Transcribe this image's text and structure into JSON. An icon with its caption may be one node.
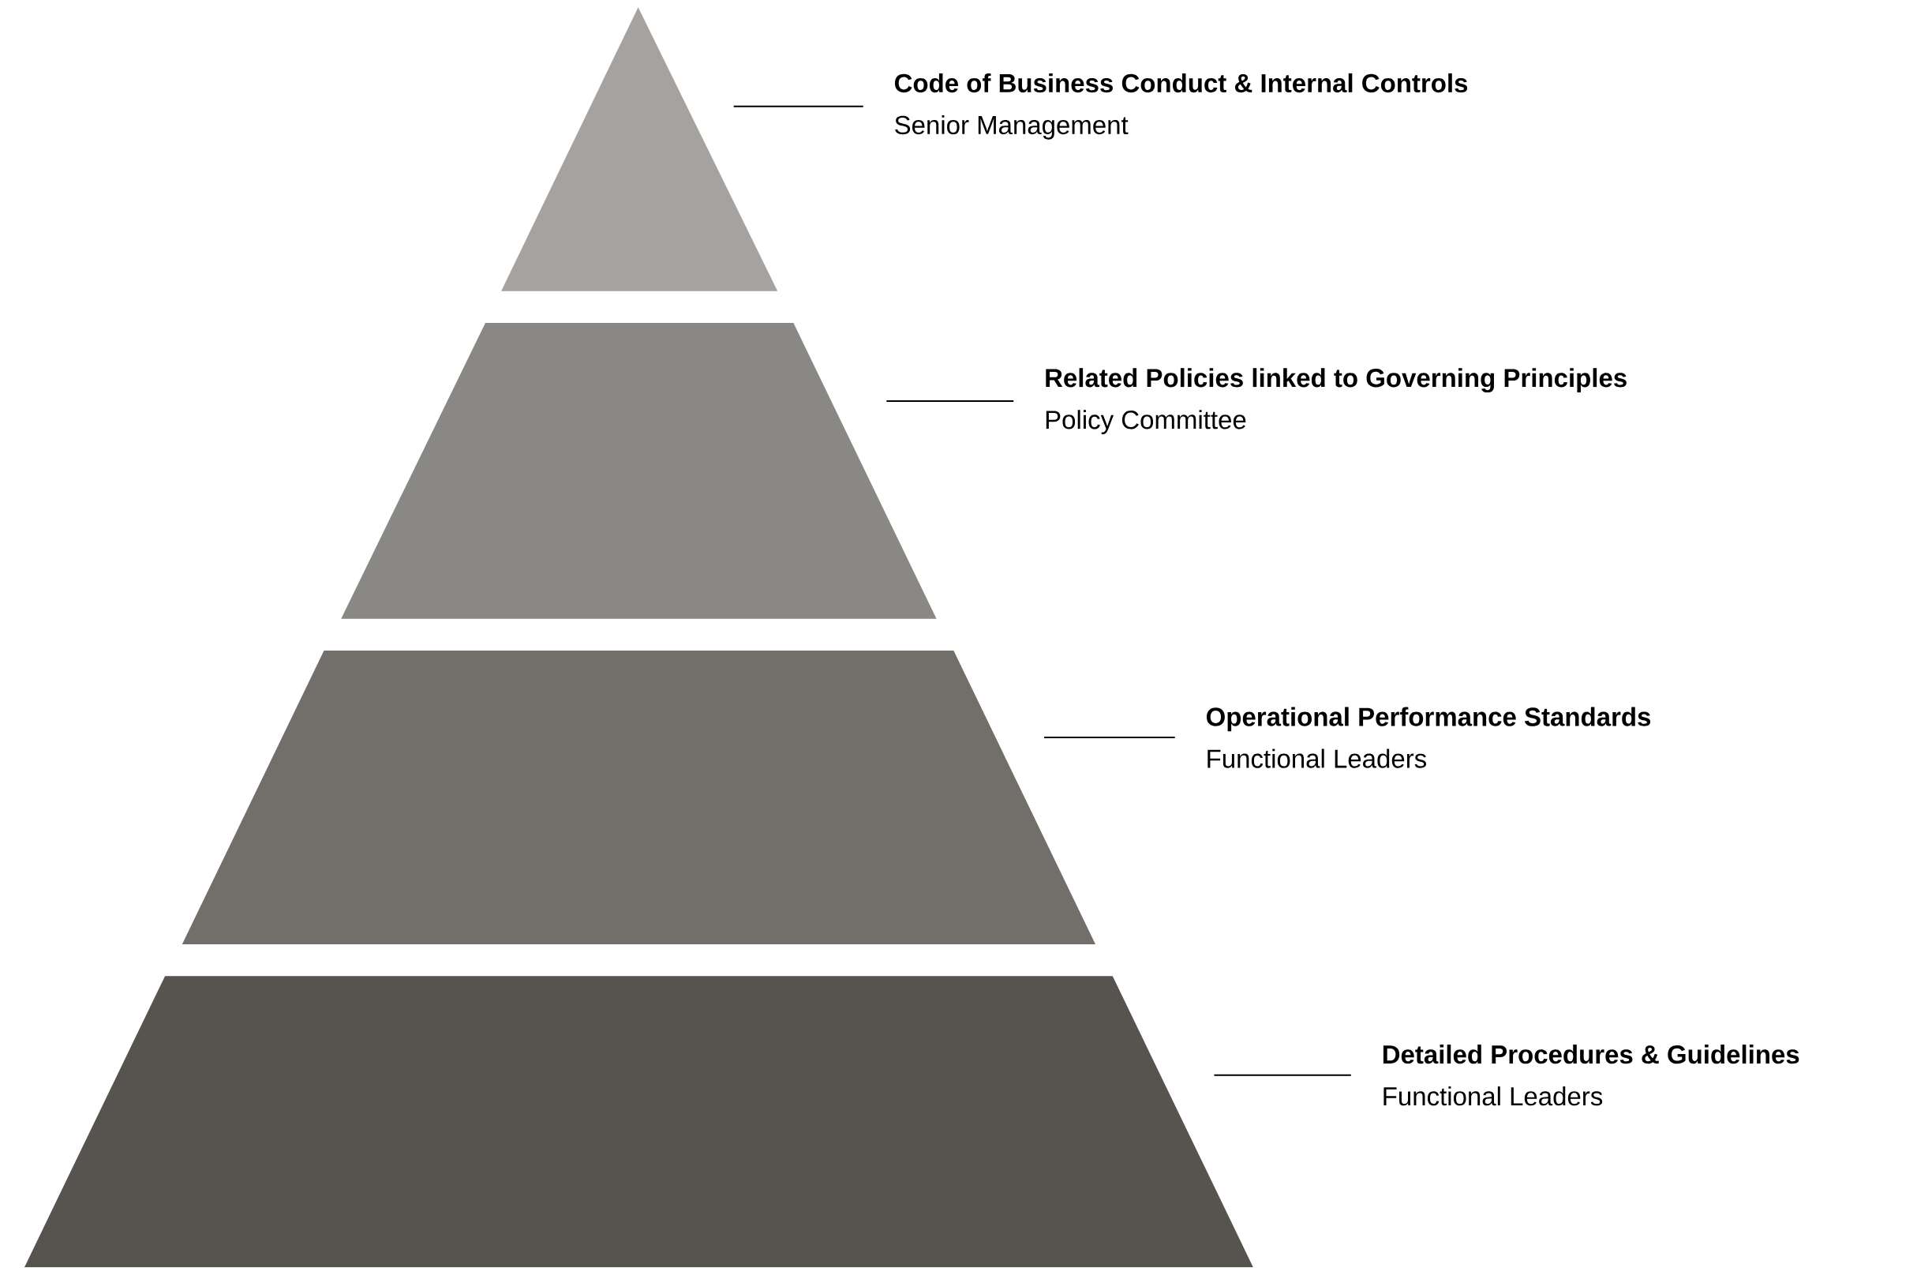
{
  "diagram": {
    "nodes": [
      {
        "text": [],
        "shape": "triangle"
      },
      {
        "text": [
          "Code of Business Conduct & Internal Controls",
          "Senior Management"
        ]
      },
      {
        "text": [],
        "shape": "trapezoid"
      },
      {
        "text": [
          "Related Policies linked to Governing Principles",
          "Policy Committee"
        ]
      },
      {
        "text": [],
        "shape": "trapezoid"
      },
      {
        "text": [
          "Operational Performance Standards",
          "Functional Leaders"
        ]
      },
      {
        "text": [],
        "shape": "trapezoid"
      },
      {
        "text": [
          "Detailed Procedures & Guidelines",
          "Functional Leaders"
        ]
      }
    ],
    "edges": [
      {
        "from": 1,
        "to": 0,
        "arrow": "none"
      },
      {
        "from": 3,
        "to": 2,
        "arrow": "none"
      },
      {
        "from": 5,
        "to": 4,
        "arrow": "none"
      },
      {
        "from": 7,
        "to": 6,
        "arrow": "none"
      }
    ]
  }
}
